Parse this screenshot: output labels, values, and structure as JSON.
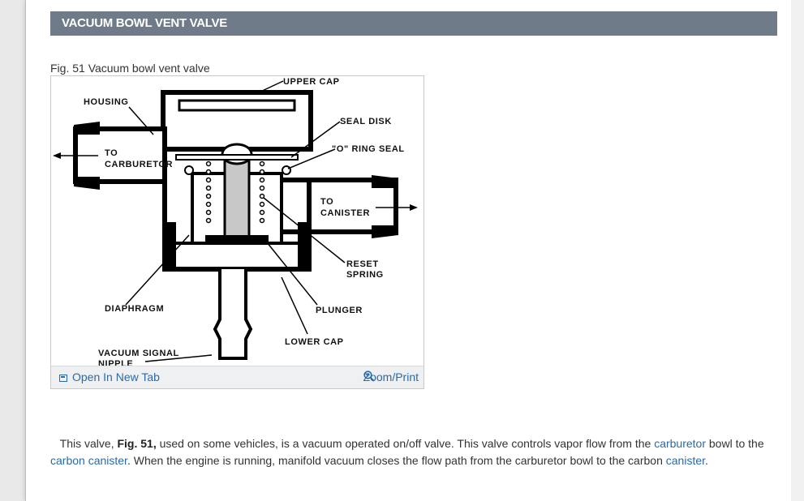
{
  "section": {
    "title": "VACUUM BOWL VENT VALVE"
  },
  "figure": {
    "caption": "Fig. 51 Vacuum bowl vent valve",
    "labels": {
      "upper_cap": "UPPER CAP",
      "housing": "HOUSING",
      "seal_disk": "SEAL DISK",
      "o_ring_seal": "\"O\" RING SEAL",
      "to": "TO",
      "carburetor": "CARBURETOR",
      "canister": "CANISTER",
      "reset": "RESET",
      "spring": "SPRING",
      "diaphragm": "DIAPHRAGM",
      "plunger": "PLUNGER",
      "lower_cap": "LOWER CAP",
      "vacuum_signal": "VACUUM SIGNAL",
      "nipple": "NIPPLE"
    },
    "open_tab_label": "Open In New Tab",
    "zoom_label": "Zoom/Print"
  },
  "body": {
    "p1": "This valve, ",
    "fig_ref": "Fig. 51,",
    "p2": " used on some vehicles, is a vacuum operated on/off valve. This valve controls vapor flow from the ",
    "link_carburetor": "carburetor",
    "p3": " bowl to the ",
    "link_carbon_canister": "carbon canister",
    "p4": ". When the engine is running, manifold vacuum closes the flow path from the carburetor bowl to the carbon ",
    "link_canister": "canister",
    "p5": "."
  }
}
